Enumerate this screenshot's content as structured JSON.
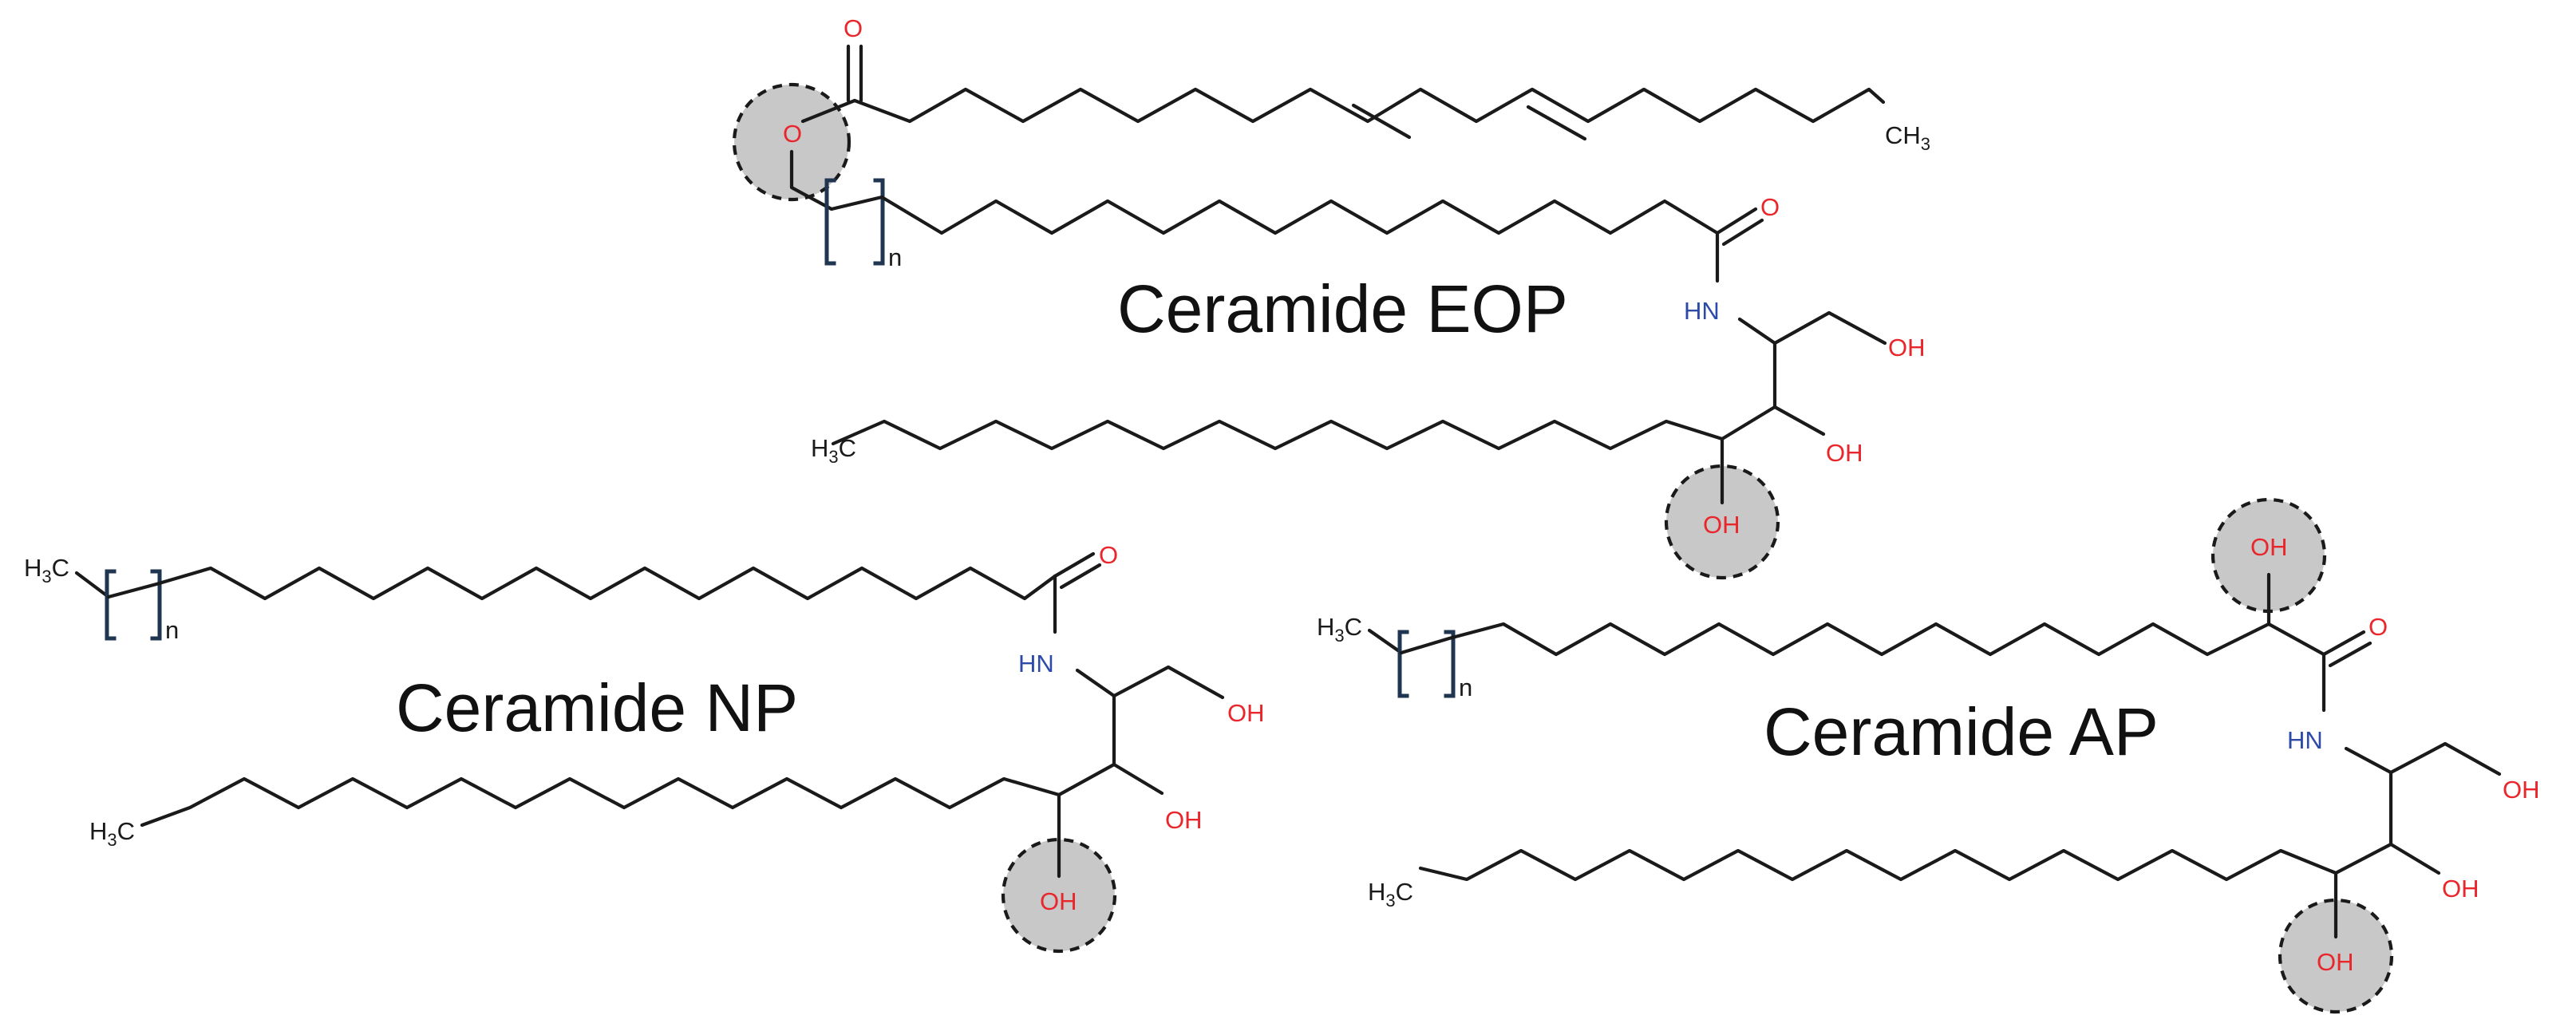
{
  "molecules": [
    {
      "name": "Ceramide EOP"
    },
    {
      "name": "Ceramide NP"
    },
    {
      "name": "Ceramide AP"
    }
  ],
  "atoms": {
    "O": "O",
    "HN": "HN",
    "OH": "OH",
    "H": "H",
    "C": "C",
    "three": "3",
    "n": "n"
  },
  "colors": {
    "oxygen": "#e8262b",
    "nitrogen": "#2e4aa8",
    "bond": "#1a1a1a",
    "highlight": "#c8c8c8",
    "bracket": "#1f3550"
  }
}
